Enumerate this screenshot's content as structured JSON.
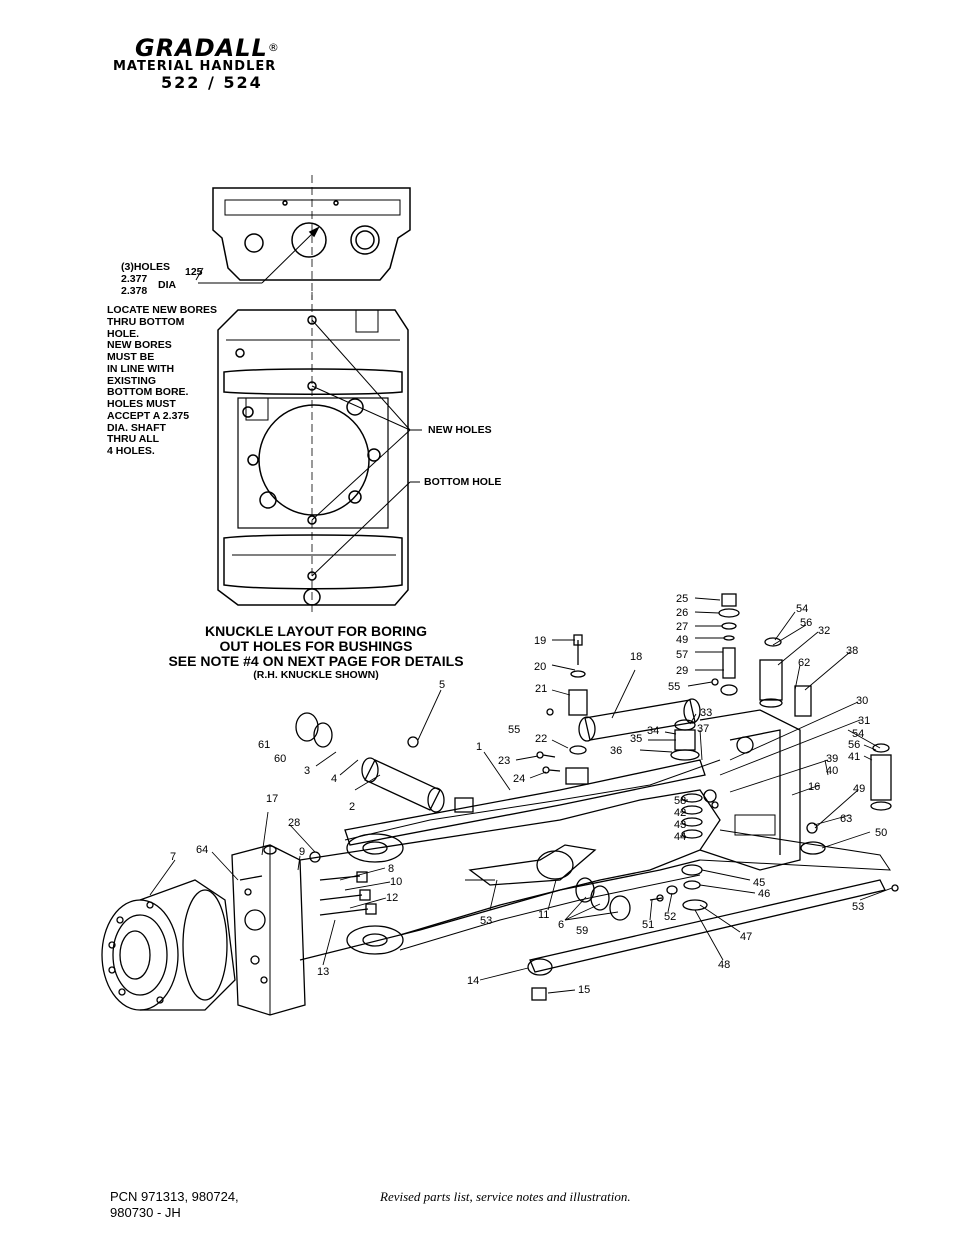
{
  "header": {
    "brand": "GRADALL",
    "registered": "®",
    "subtitle": "MATERIAL HANDLER",
    "model": "522 / 524"
  },
  "top_view": {
    "holes_label": [
      "(3)HOLES",
      "2.377",
      "2.378"
    ],
    "dia_label": "DIA",
    "callout_125": "125"
  },
  "layout_notes": [
    "LOCATE NEW BORES",
    "THRU BOTTOM",
    "HOLE.",
    "NEW BORES",
    "MUST BE",
    "IN LINE WITH",
    "EXISTING",
    "BOTTOM BORE.",
    "HOLES MUST",
    "ACCEPT A 2.375",
    "DIA. SHAFT",
    "THRU ALL",
    "4 HOLES."
  ],
  "labels": {
    "new_holes": "NEW HOLES",
    "bottom_hole": "BOTTOM HOLE"
  },
  "caption": {
    "line1": "KNUCKLE LAYOUT FOR BORING",
    "line2": "OUT HOLES FOR BUSHINGS",
    "line3": "SEE NOTE #4 ON NEXT PAGE FOR DETAILS",
    "line4": "(R.H. KNUCKLE SHOWN)"
  },
  "callouts": [
    "1",
    "2",
    "3",
    "4",
    "5",
    "6",
    "7",
    "8",
    "9",
    "10",
    "11",
    "12",
    "13",
    "14",
    "15",
    "16",
    "17",
    "18",
    "19",
    "20",
    "21",
    "22",
    "23",
    "24",
    "25",
    "26",
    "27",
    "28",
    "29",
    "30",
    "31",
    "32",
    "33",
    "34",
    "35",
    "36",
    "37",
    "38",
    "39",
    "40",
    "41",
    "42",
    "43",
    "44",
    "45",
    "46",
    "47",
    "48",
    "49",
    "49",
    "50",
    "51",
    "52",
    "53",
    "53",
    "54",
    "54",
    "55",
    "55",
    "56",
    "56",
    "57",
    "58",
    "59",
    "60",
    "61",
    "62",
    "63",
    "64"
  ],
  "footer": {
    "pcn_line1": "PCN 971313, 980724,",
    "pcn_line2": "980730 - JH",
    "revision": "Revised parts list, service notes and illustration."
  }
}
